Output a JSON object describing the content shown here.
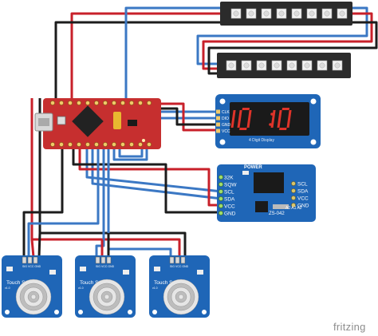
{
  "colors": {
    "wire_red": "#c8202a",
    "wire_blue": "#3b78c4",
    "wire_black": "#1c1c1c",
    "board_red": "#c62f2f",
    "module_blue": "#1f66b7",
    "strip_black": "#2b2b2b",
    "display_digit": "#e0342a"
  },
  "display": {
    "digits": "10:10",
    "caption": "4 Digit Display",
    "pins": [
      "CLK",
      "DIO",
      "GND",
      "VCC"
    ]
  },
  "rtc": {
    "left_pins": [
      "32K",
      "SQW",
      "SCL",
      "SDA",
      "VCC",
      "GND"
    ],
    "right_pins": [
      "SCL",
      "SDA",
      "VCC",
      "GND"
    ],
    "power_label": "POWER",
    "model": "ZS-042",
    "address_labels": "A0 A1 A2"
  },
  "touch_sensors": [
    {
      "label": "Touch Sensor",
      "pins": "SIG VCC GND",
      "version": "v1.0"
    },
    {
      "label": "Touch Sensor",
      "pins": "SIG VCC GND",
      "version": "v1.0"
    },
    {
      "label": "Touch Sensor",
      "pins": "SIG VCC GND",
      "version": "v1.0"
    }
  ],
  "brand": "fritzing"
}
